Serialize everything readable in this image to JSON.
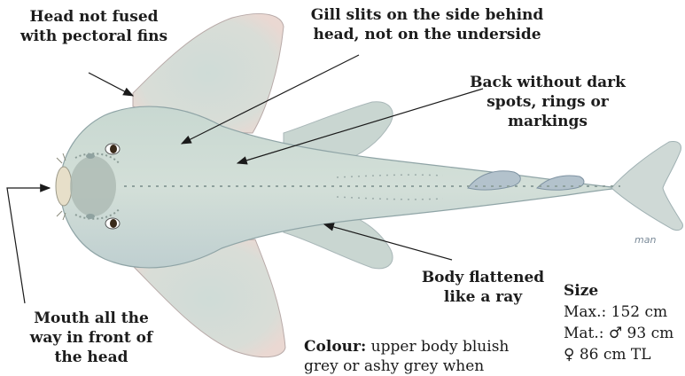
{
  "labels": {
    "head_not_fused": [
      "Head not fused",
      "with pectoral fins"
    ],
    "gill_slits": [
      "Gill slits on the side behind",
      "head, not on the underside"
    ],
    "back": [
      "Back without dark",
      "spots, rings or",
      "markings"
    ],
    "body_flattened": [
      "Body flattened",
      "like a ray"
    ],
    "mouth": [
      "Mouth all the",
      "way in front of",
      "the head"
    ]
  },
  "size": {
    "title": "Size",
    "max": "Max.: 152 cm",
    "mat": "Mat.: ♂ 93 cm",
    "female": "♀ 86 cm TL"
  },
  "colour": {
    "title": "Colour:",
    "text": "upper body bluish",
    "text2": "grey or ashy grey when"
  },
  "signature": "man",
  "colors": {
    "fish_body": "#c6d5cf",
    "fin_edge": "#e6d6cf",
    "accent_blue": "#a8bccd"
  }
}
